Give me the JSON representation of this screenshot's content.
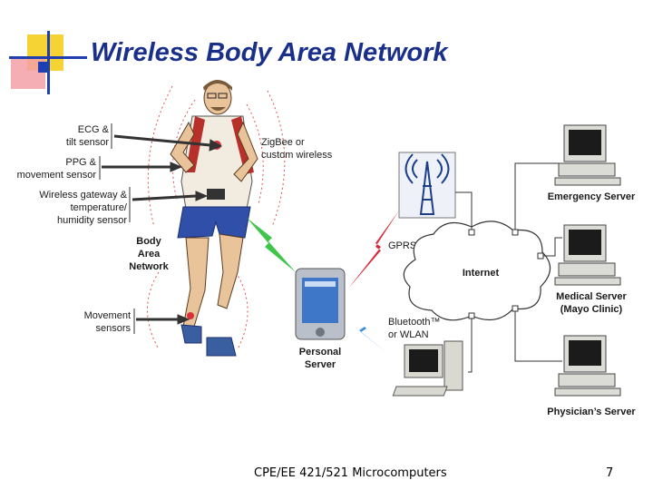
{
  "slide": {
    "title": "Wireless Body Area Network",
    "footer": "CPE/EE 421/521 Microcomputers",
    "page_number": "7"
  },
  "sensors": {
    "ecg": [
      "ECG &",
      "tilt sensor"
    ],
    "ppg": [
      "PPG &",
      "movement sensor"
    ],
    "gateway": [
      "Wireless gateway &",
      "temperature/",
      "humidity sensor"
    ],
    "movement": [
      "Movement",
      "sensors"
    ]
  },
  "labels": {
    "ban": [
      "Body",
      "Area",
      "Network"
    ],
    "zigbee": [
      "ZigBee or",
      "custom wireless"
    ],
    "gprs": "GPRS",
    "internet": "Internet",
    "bluetooth": [
      "Bluetooth™",
      "or WLAN"
    ],
    "personal_server": [
      "Personal",
      "Server"
    ]
  },
  "servers": {
    "emergency": "Emergency Server",
    "medical": [
      "Medical Server",
      "(Mayo Clinic)"
    ],
    "physician": "Physician’s Server"
  },
  "colors": {
    "title": "#1a2f8a",
    "accent_yellow": "#f5d335",
    "accent_red": "#e8565a",
    "accent_blue": "#1f3fb0",
    "zigbee_link": "#3fc64a",
    "gprs_link": "#d9263a",
    "bt_link": "#3a8fe0"
  }
}
